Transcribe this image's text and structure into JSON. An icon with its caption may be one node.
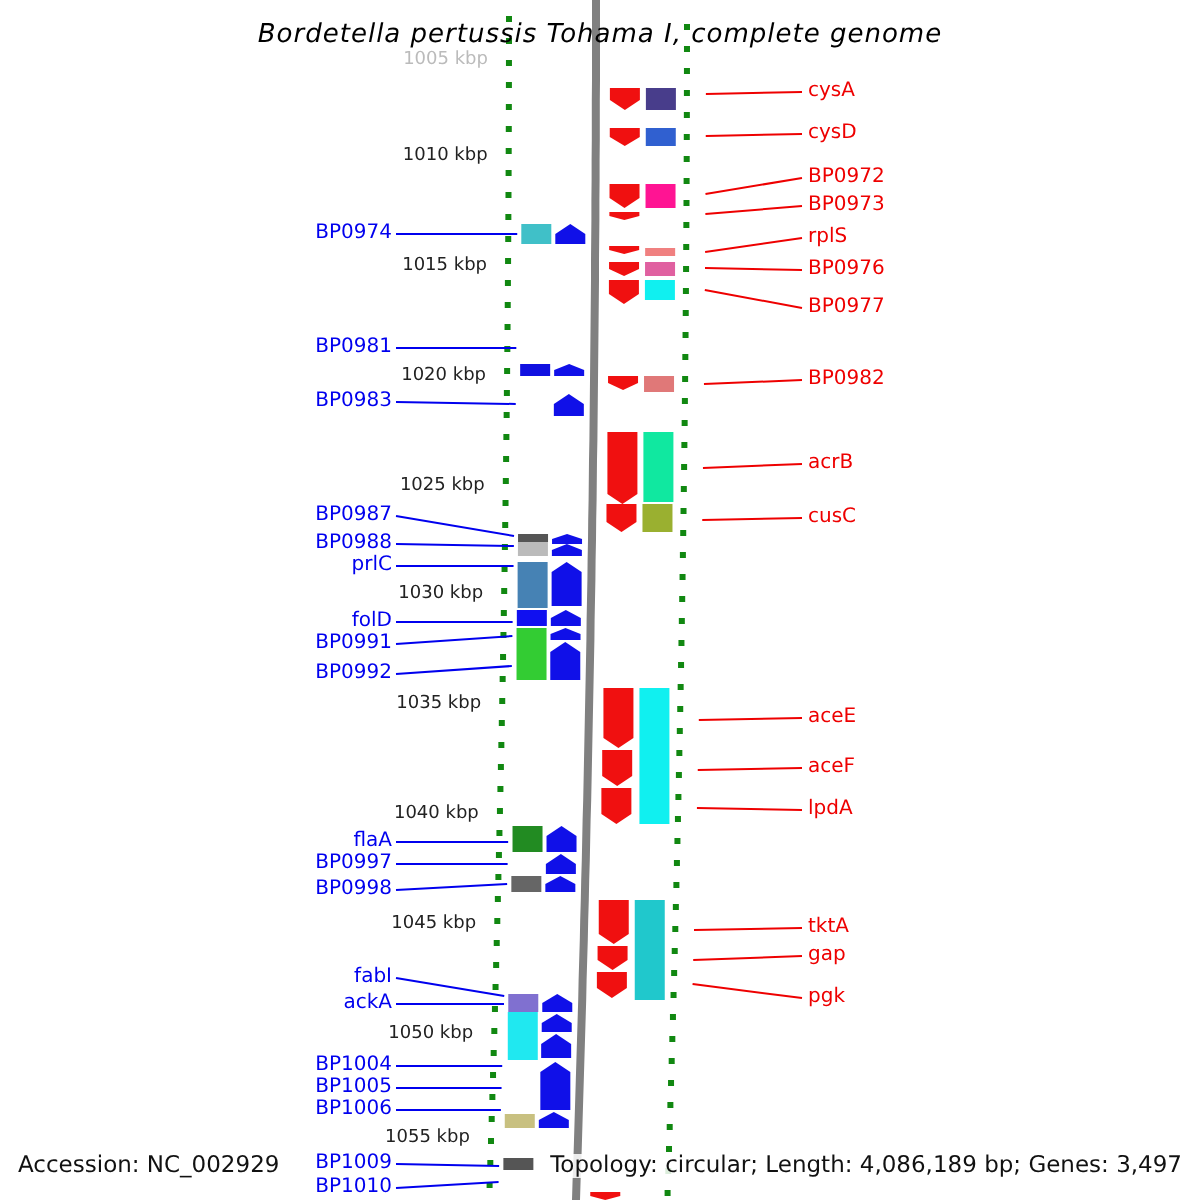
{
  "diagram": {
    "title": "Bordetella pertussis Tohama I, complete genome",
    "nodes": [
      {
        "text": [
          "BP0974"
        ]
      },
      {
        "text": [
          "BP0981"
        ]
      },
      {
        "text": [
          "BP0983"
        ]
      },
      {
        "text": [
          "BP0987"
        ]
      },
      {
        "text": [
          "BP0988"
        ]
      },
      {
        "text": [
          "prlC"
        ]
      },
      {
        "text": [
          "folD"
        ]
      },
      {
        "text": [
          "BP0991"
        ]
      },
      {
        "text": [
          "BP0992"
        ]
      },
      {
        "text": [
          "flaA"
        ]
      },
      {
        "text": [
          "BP0997"
        ]
      },
      {
        "text": [
          "BP0998"
        ]
      },
      {
        "text": [
          "fabI"
        ]
      },
      {
        "text": [
          "ackA"
        ]
      },
      {
        "text": [
          "BP1004"
        ]
      },
      {
        "text": [
          "BP1005"
        ]
      },
      {
        "text": [
          "BP1006"
        ]
      },
      {
        "text": [
          "BP1009"
        ]
      },
      {
        "text": [
          "BP1010"
        ]
      },
      {
        "text": [
          "cysA"
        ]
      },
      {
        "text": [
          "cysD"
        ]
      },
      {
        "text": [
          "BP0972"
        ]
      },
      {
        "text": [
          "BP0973"
        ]
      },
      {
        "text": [
          "rplS"
        ]
      },
      {
        "text": [
          "BP0976"
        ]
      },
      {
        "text": [
          "BP0977"
        ]
      },
      {
        "text": [
          "BP0982"
        ]
      },
      {
        "text": [
          "acrB"
        ]
      },
      {
        "text": [
          "cusC"
        ]
      },
      {
        "text": [
          "aceE"
        ]
      },
      {
        "text": [
          "aceF"
        ]
      },
      {
        "text": [
          "lpdA"
        ]
      },
      {
        "text": [
          "tktA"
        ]
      },
      {
        "text": [
          "gap"
        ]
      },
      {
        "text": [
          "pgk"
        ]
      }
    ],
    "edges": [
      {
        "from": 0,
        "to": null,
        "arrow": "none"
      },
      {
        "from": 1,
        "to": null,
        "arrow": "none"
      },
      {
        "from": 2,
        "to": null,
        "arrow": "none"
      },
      {
        "from": 3,
        "to": null,
        "arrow": "none"
      },
      {
        "from": 4,
        "to": null,
        "arrow": "none"
      },
      {
        "from": 5,
        "to": null,
        "arrow": "none"
      },
      {
        "from": 6,
        "to": null,
        "arrow": "none"
      },
      {
        "from": 7,
        "to": null,
        "arrow": "none"
      },
      {
        "from": 8,
        "to": null,
        "arrow": "none"
      },
      {
        "from": 9,
        "to": null,
        "arrow": "none"
      },
      {
        "from": 10,
        "to": null,
        "arrow": "none"
      },
      {
        "from": 11,
        "to": null,
        "arrow": "none"
      },
      {
        "from": 12,
        "to": null,
        "arrow": "none"
      },
      {
        "from": 13,
        "to": null,
        "arrow": "none"
      },
      {
        "from": 14,
        "to": null,
        "arrow": "none"
      },
      {
        "from": 15,
        "to": null,
        "arrow": "none"
      },
      {
        "from": 16,
        "to": null,
        "arrow": "none"
      },
      {
        "from": 17,
        "to": null,
        "arrow": "none"
      },
      {
        "from": 18,
        "to": null,
        "arrow": "none"
      },
      {
        "from": 19,
        "to": null,
        "arrow": "none",
        "color": "#ee0000"
      },
      {
        "from": 20,
        "to": null,
        "arrow": "none",
        "color": "#ee0000"
      },
      {
        "from": 21,
        "to": null,
        "arrow": "none",
        "color": "#ee0000"
      },
      {
        "from": 22,
        "to": null,
        "arrow": "none",
        "color": "#ee0000"
      },
      {
        "from": 23,
        "to": null,
        "arrow": "none",
        "color": "#ee0000"
      },
      {
        "from": 24,
        "to": null,
        "arrow": "none",
        "color": "#ee0000"
      },
      {
        "from": 25,
        "to": null,
        "arrow": "none",
        "color": "#ee0000"
      },
      {
        "from": 26,
        "to": null,
        "arrow": "none",
        "color": "#ee0000"
      },
      {
        "from": 27,
        "to": null,
        "arrow": "none",
        "color": "#ee0000"
      },
      {
        "from": 28,
        "to": null,
        "arrow": "none",
        "color": "#ee0000"
      },
      {
        "from": 29,
        "to": null,
        "arrow": "none",
        "color": "#ee0000"
      },
      {
        "from": 30,
        "to": null,
        "arrow": "none",
        "color": "#ee0000"
      },
      {
        "from": 31,
        "to": null,
        "arrow": "none",
        "color": "#ee0000"
      },
      {
        "from": 32,
        "to": null,
        "arrow": "none",
        "color": "#ee0000"
      },
      {
        "from": 33,
        "to": null,
        "arrow": "none",
        "color": "#ee0000"
      },
      {
        "from": 34,
        "to": null,
        "arrow": "none",
        "color": "#ee0000"
      }
    ],
    "labels": [
      "1005 kbp",
      "1010 kbp",
      "1015 kbp",
      "1020 kbp",
      "1025 kbp",
      "1030 kbp",
      "1035 kbp",
      "1040 kbp",
      "1045 kbp",
      "1050 kbp",
      "1055 kbp",
      "Accession: NC_002929",
      "Topology: circular; Length: 4,086,189 bp; Genes: 3,497"
    ]
  }
}
